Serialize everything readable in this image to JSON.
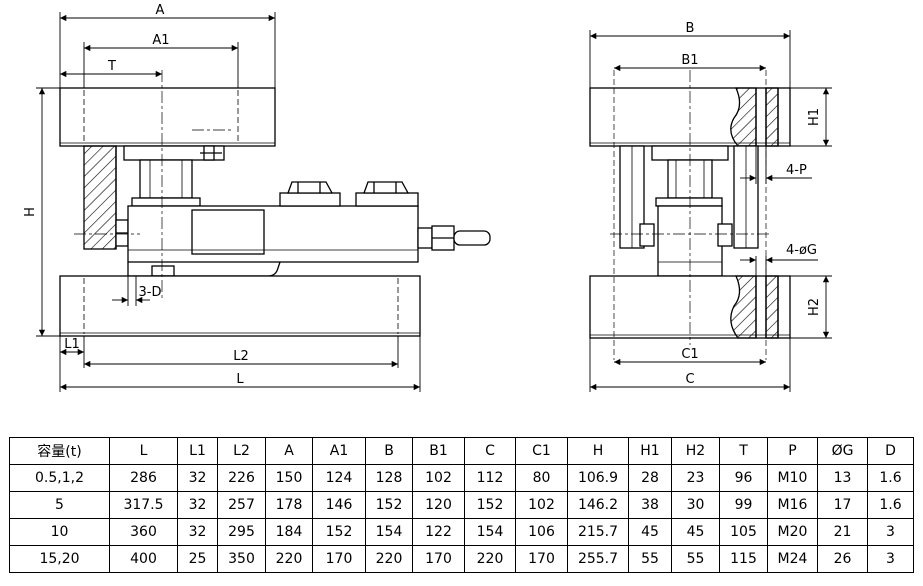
{
  "front_view": {
    "dims": {
      "A": "A",
      "A1": "A1",
      "T": "T",
      "H": "H",
      "D": "3-D",
      "L1": "L1",
      "L2": "L2",
      "L": "L"
    }
  },
  "side_view": {
    "dims": {
      "B": "B",
      "B1": "B1",
      "H1": "H1",
      "P": "4-P",
      "G": "4-øG",
      "H2": "H2",
      "C1": "C1",
      "C": "C"
    }
  },
  "table": {
    "headers": [
      "容量(t)",
      "L",
      "L1",
      "L2",
      "A",
      "A1",
      "B",
      "B1",
      "C",
      "C1",
      "H",
      "H1",
      "H2",
      "T",
      "P",
      "ØG",
      "D"
    ],
    "rows": [
      [
        "0.5,1,2",
        "286",
        "32",
        "226",
        "150",
        "124",
        "128",
        "102",
        "112",
        "80",
        "106.9",
        "28",
        "23",
        "96",
        "M10",
        "13",
        "1.6"
      ],
      [
        "5",
        "317.5",
        "32",
        "257",
        "178",
        "146",
        "152",
        "120",
        "152",
        "102",
        "146.2",
        "38",
        "30",
        "99",
        "M16",
        "17",
        "1.6"
      ],
      [
        "10",
        "360",
        "32",
        "295",
        "184",
        "152",
        "154",
        "122",
        "154",
        "106",
        "215.7",
        "45",
        "45",
        "105",
        "M20",
        "21",
        "3"
      ],
      [
        "15,20",
        "400",
        "25",
        "350",
        "220",
        "170",
        "220",
        "170",
        "220",
        "170",
        "255.7",
        "55",
        "55",
        "115",
        "M24",
        "26",
        "3"
      ]
    ]
  }
}
